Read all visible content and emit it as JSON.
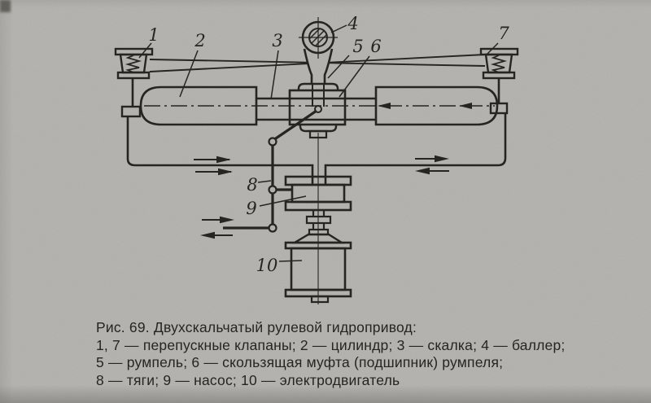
{
  "figure": {
    "caption": {
      "lines": [
        "Рис. 69. Двухскальчатый рулевой гидропривод:",
        "1, 7 — перепускные клапаны; 2 — цилиндр; 3 — скалка; 4 — баллер;",
        "5 — румпель; 6 — скользящая муфта (подшипник) румпеля;",
        "8 — тяги; 9 — насос; 10 — электродвигатель"
      ]
    },
    "labels": {
      "n1": "1",
      "n2": "2",
      "n3": "3",
      "n4": "4",
      "n5": "5",
      "n6": "6",
      "n7": "7",
      "n8": "8",
      "n9": "9",
      "n10": "10"
    },
    "colors": {
      "ink": "#26251f",
      "paper": "#b2b1ad"
    }
  }
}
